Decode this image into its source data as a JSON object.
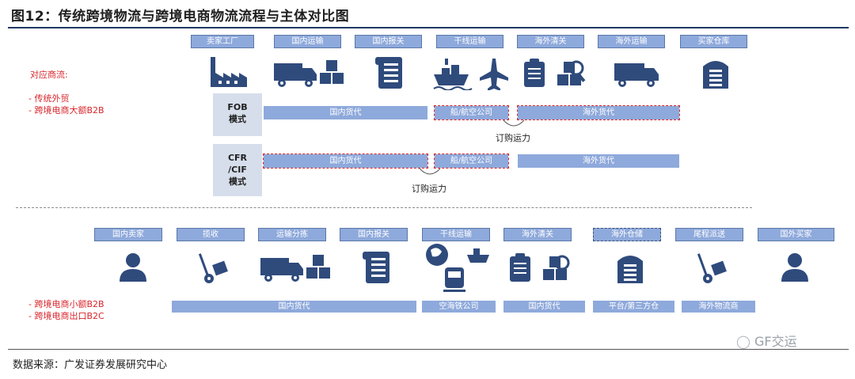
{
  "title": "图12：传统跨境物流与跨境电商物流流程与主体对比图",
  "top": {
    "stages": [
      "卖家工厂",
      "国内运输",
      "国内报关",
      "干线运输",
      "海外清关",
      "海外运输",
      "买家仓库"
    ],
    "legend_title": "对应商流:",
    "legend_items": [
      "- 传统外贸",
      "- 跨境电商大额B2B"
    ],
    "fob": {
      "label_top": "FOB",
      "label_bottom": "模式",
      "bar1": "国内货代",
      "bar2": "船/航空公司",
      "bar3": "海外货代",
      "note": "订购运力"
    },
    "cfr": {
      "label_top": "CFR",
      "label_mid": "/CIF",
      "label_bottom": "模式",
      "bar1": "国内货代",
      "bar2": "船/航空公司",
      "bar3": "海外货代",
      "note": "订购运力"
    }
  },
  "bottom": {
    "stages": [
      "国内卖家",
      "揽收",
      "运输分拣",
      "国内报关",
      "干线运输",
      "海外清关",
      "海外仓储",
      "尾程派送",
      "国外买家"
    ],
    "legend_items": [
      "- 跨境电商小额B2B",
      "- 跨境电商出口B2C"
    ],
    "bars": [
      "国内货代",
      "空海铁公司",
      "国内货代",
      "平台/第三方仓",
      "海外物流商"
    ]
  },
  "source": "数据来源：广发证券发展研究中心",
  "brand": "GF交运",
  "colors": {
    "accent": "#8ea9db",
    "icon": "#2f4b7c",
    "red": "#d9262c"
  }
}
